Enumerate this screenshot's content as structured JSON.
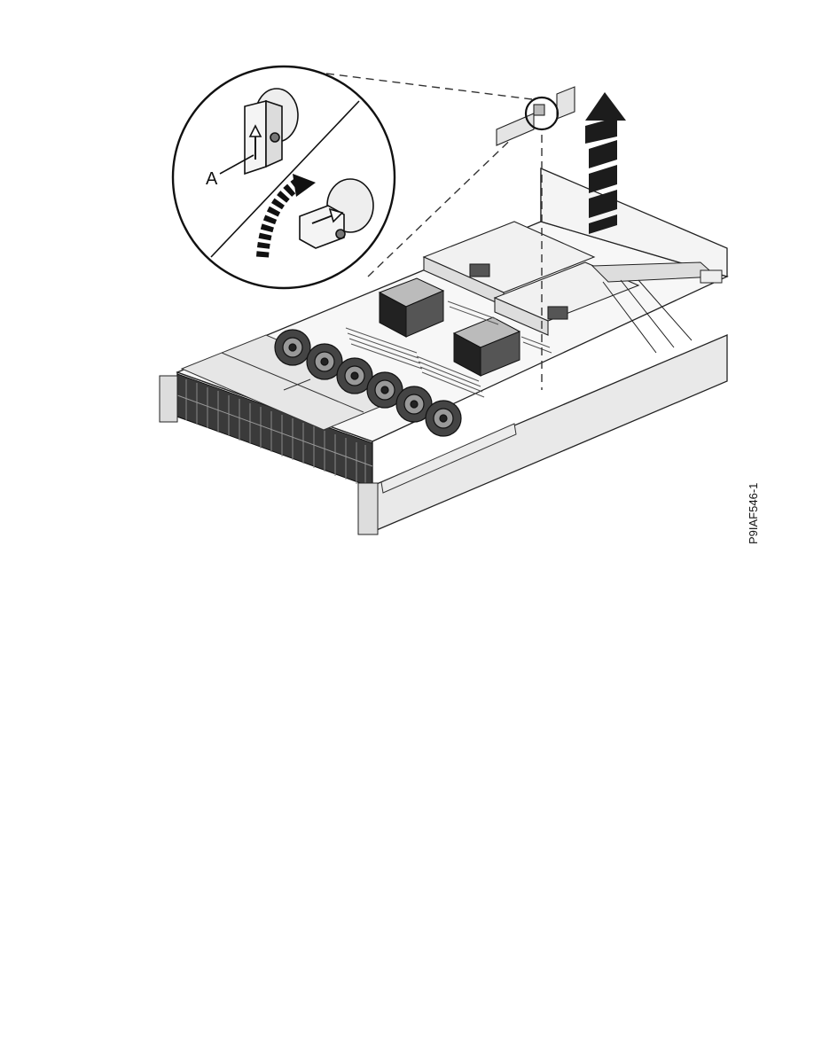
{
  "figure": {
    "callout_label": "A",
    "figure_id": "P9IAF546-1",
    "icons": [
      "lift-up-arrow-icon",
      "rotate-arrow-icon",
      "latch-icon",
      "server-chassis-illustration"
    ]
  }
}
